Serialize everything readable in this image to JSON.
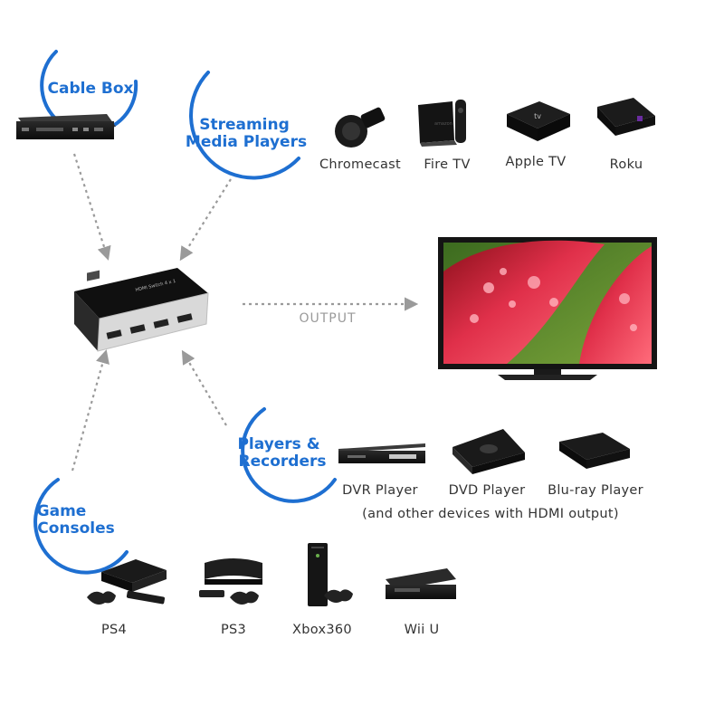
{
  "categories": {
    "cable_box": {
      "line1": "Cable Box"
    },
    "streaming": {
      "line1": "Streaming",
      "line2": "Media Players"
    },
    "players": {
      "line1": "Players &",
      "line2": "Recorders"
    },
    "game": {
      "line1": "Game",
      "line2": "Consoles"
    }
  },
  "streaming_devices": [
    "Chromecast",
    "Fire TV",
    "Apple TV",
    "Roku"
  ],
  "player_devices": [
    "DVR Player",
    "DVD Player",
    "Blu-ray Player"
  ],
  "player_note": "(and other devices with HDMI output)",
  "game_devices": [
    "PS4",
    "PS3",
    "Xbox360",
    "Wii U"
  ],
  "output_label": "OUTPUT",
  "switch_label": "HDMI Switch 4 x 1",
  "appletv_logo": "tv",
  "colors": {
    "accent": "#1e6fd1",
    "arrow": "#9a9a9a",
    "text": "#333333"
  }
}
